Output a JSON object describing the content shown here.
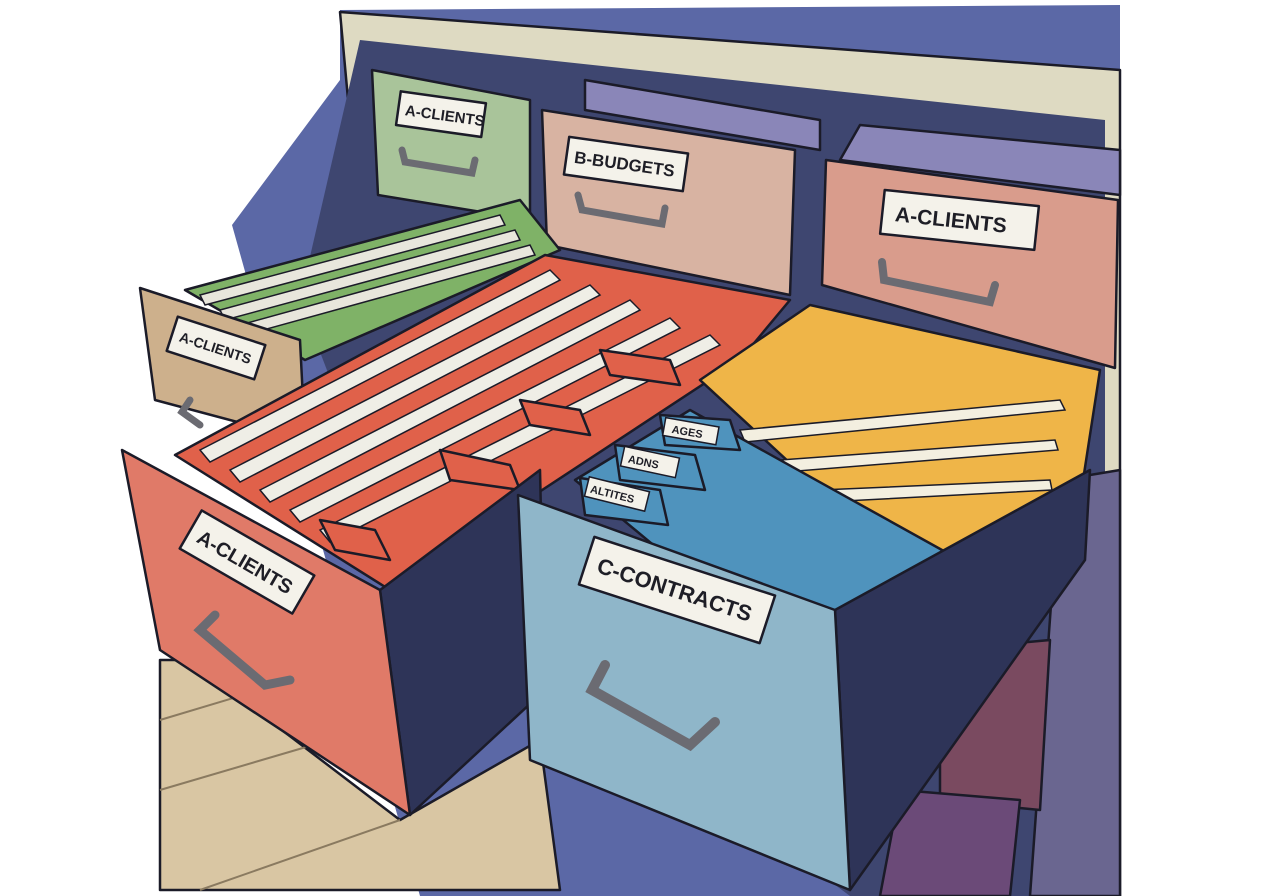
{
  "scene": {
    "drawers": [
      {
        "label": "A-CLIENTS",
        "color": "#a9c49a"
      },
      {
        "label": "B-BUDGETS",
        "color": "#d8b3a2"
      },
      {
        "label": "A-CLIENTS",
        "color": "#d99c8c"
      },
      {
        "label": "A-CLIENTS",
        "color": "#cdb08c"
      },
      {
        "label": "A-CLIENTS",
        "color": "#e07a68"
      },
      {
        "label": "C-CONTRACTS",
        "color": "#8fb6c9"
      }
    ],
    "folder_tabs": [
      "AGES",
      "ADNS",
      "ALTITES"
    ],
    "colors": {
      "cabinet": "#dedac2",
      "shadow": "#5b68a6",
      "interior": "#3e4670",
      "red_folders": "#e0614a",
      "yellow_folders": "#efb548",
      "blue_folders": "#4f93bd",
      "green_folders": "#7fb267",
      "floor": "#d9c6a3"
    }
  }
}
